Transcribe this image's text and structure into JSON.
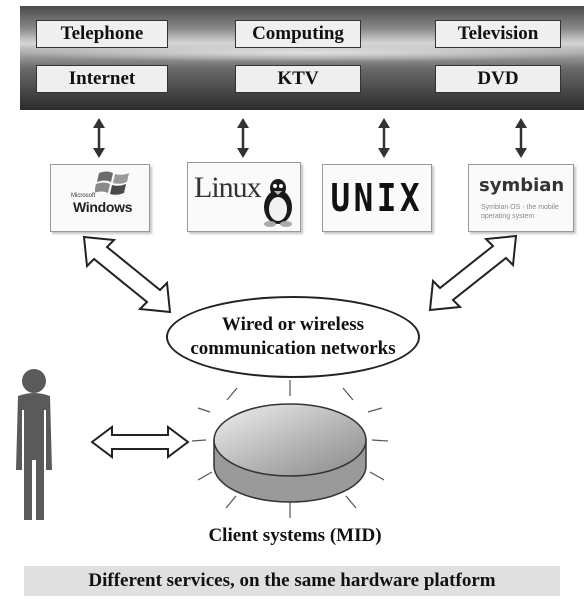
{
  "services_row1": [
    "Telephone",
    "Computing",
    "Television"
  ],
  "services_row2": [
    "Internet",
    "KTV",
    "DVD"
  ],
  "os": {
    "windows_small": "Microsoft",
    "windows": "Windows",
    "linux": "Linux",
    "unix": "UNIX",
    "symbian": "symbian",
    "symbian_sub": "Symbian OS - the mobile operating system"
  },
  "network": {
    "line1": "Wired or wireless",
    "line2": "communication networks"
  },
  "client_label": "Client systems (MID)",
  "footer": "Different services, on the same hardware platform"
}
